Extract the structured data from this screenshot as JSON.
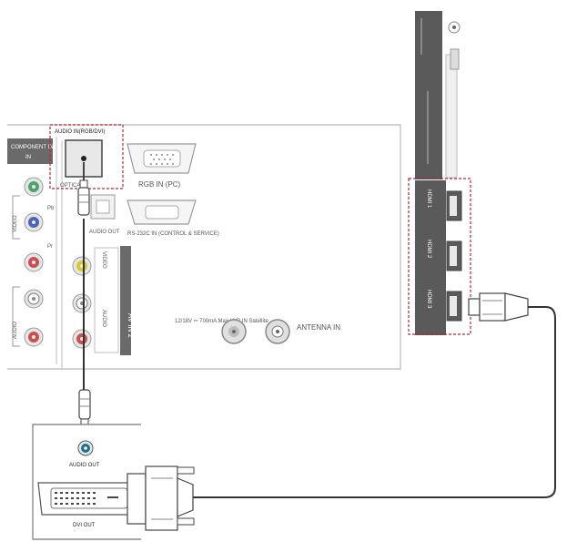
{
  "tv_panel": {
    "audio_in_label": "AUDIO IN(RGB/DVI)",
    "component_in_label": "COMPONENT IN",
    "pr_label": "Pr",
    "pb_label": "Pb",
    "video_label": "VIDEO",
    "audio_label": "AUDIO",
    "optical_label": "OPTICAL",
    "rgb_in_label": "RGB IN (PC)",
    "audio_out_label": "AUDIO OUT",
    "rs232_label": "RS-232C IN (CONTROL & SERVICE)",
    "av_in_label": "AV IN 2",
    "usb_note": "12/18V ⎓ 700mA Max LNB IN Satellite",
    "antenna_label": "ANTENNA IN"
  },
  "side_panel": {
    "hdmi_1": "HDMI 1",
    "hdmi_2": "HDMI 2",
    "hdmi_3": "HDMI 3"
  },
  "pc_box": {
    "audio_out_label": "AUDIO OUT",
    "dvi_out_label": "DVI OUT"
  },
  "colors": {
    "highlight": "#b0283a",
    "panel_dark": "#5a5a5a",
    "cable": "#333333",
    "jack_green": "#4ca56a",
    "jack_blue": "#4a64b8",
    "jack_red": "#c85050",
    "jack_yellow": "#d8c830",
    "jack_teal": "#1d6f8a"
  }
}
